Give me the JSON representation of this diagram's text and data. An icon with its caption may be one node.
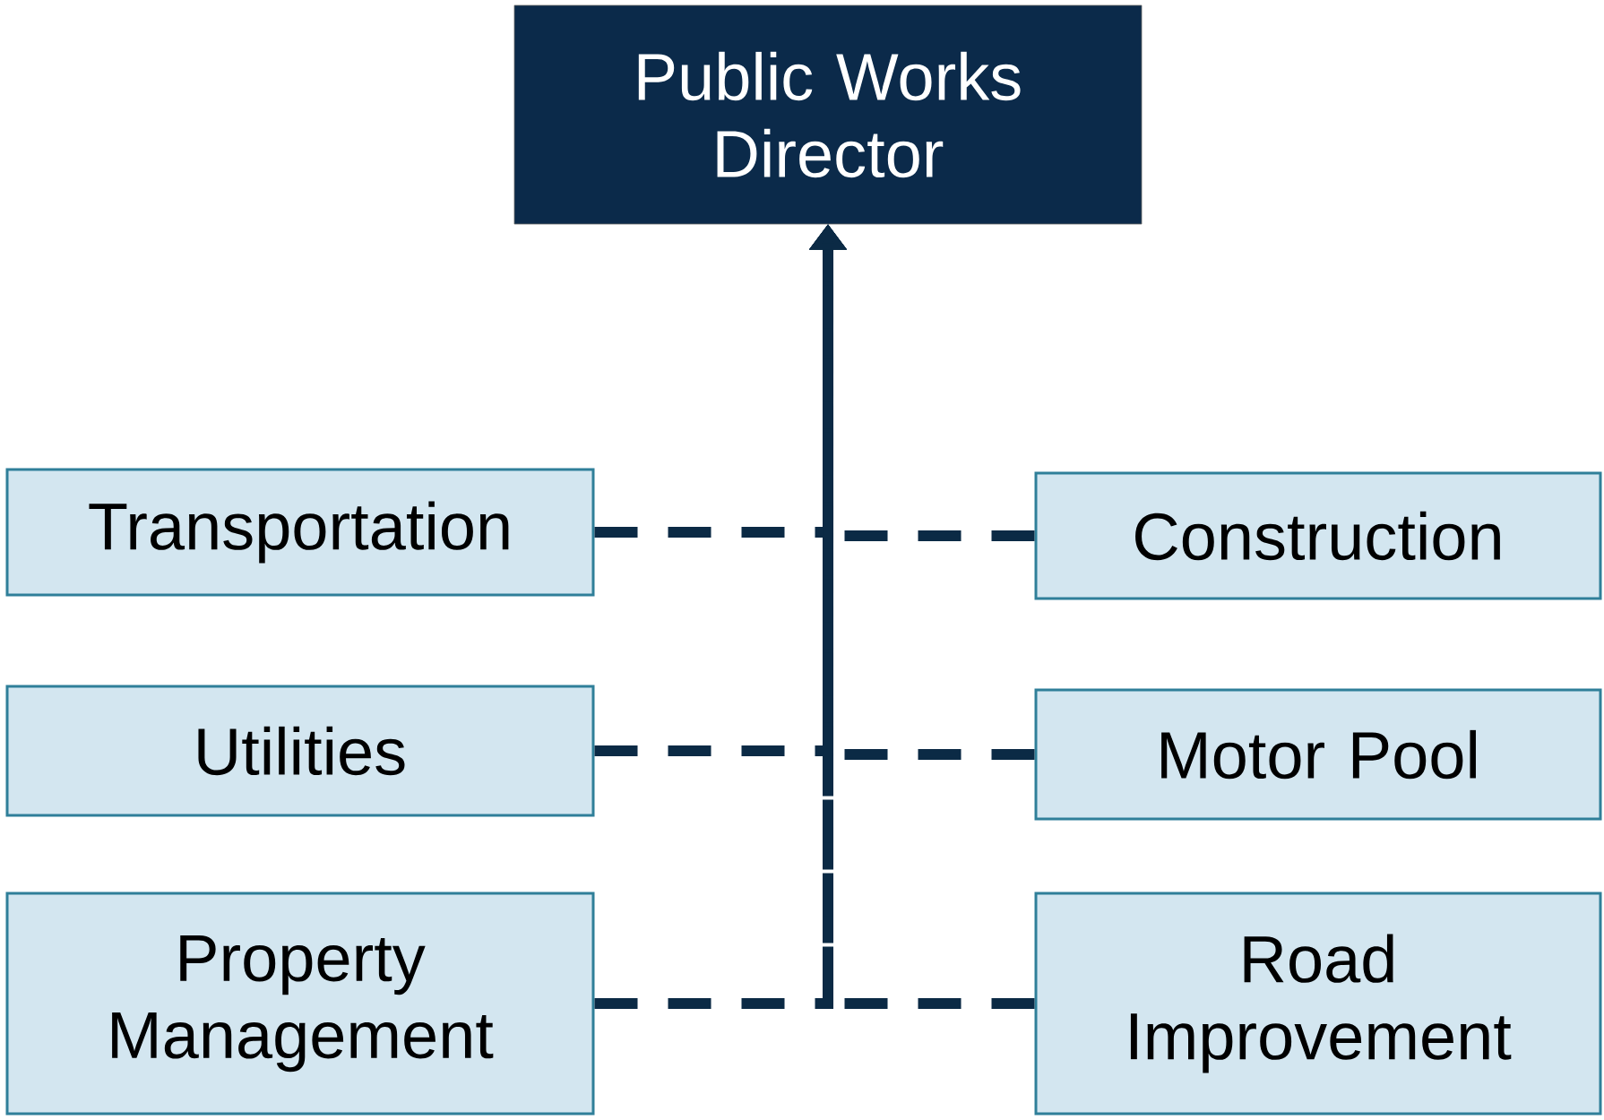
{
  "diagram": {
    "nodes": [
      {
        "text": [
          "Public Works Director"
        ]
      },
      {
        "text": [
          "Transportation"
        ]
      },
      {
        "text": [
          "Construction"
        ]
      },
      {
        "text": [
          "Utilities"
        ]
      },
      {
        "text": [
          "Motor Pool"
        ]
      },
      {
        "text": [
          "Property Management"
        ]
      },
      {
        "text": [
          "Road Improvement"
        ]
      }
    ],
    "edges": [
      {
        "from": 1,
        "to": 0,
        "arrow": "to",
        "style": "dashed"
      },
      {
        "from": 2,
        "to": 0,
        "arrow": "to",
        "style": "dashed"
      },
      {
        "from": 3,
        "to": 0,
        "arrow": "to",
        "style": "dashed"
      },
      {
        "from": 4,
        "to": 0,
        "arrow": "to",
        "style": "dashed"
      },
      {
        "from": 5,
        "to": 0,
        "arrow": "to",
        "style": "dashed"
      },
      {
        "from": 6,
        "to": 0,
        "arrow": "to",
        "style": "dashed"
      }
    ]
  }
}
